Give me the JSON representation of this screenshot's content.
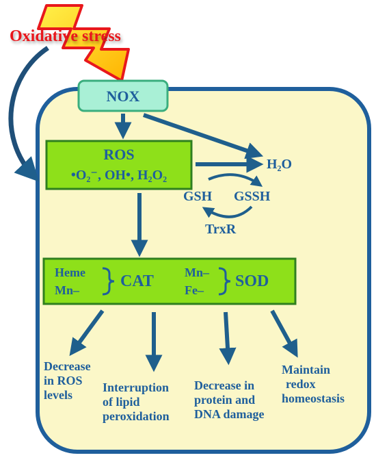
{
  "title": "Oxidative stress",
  "nox": {
    "label": "NOX"
  },
  "ros": {
    "label": "ROS",
    "species": "•O₂⁻, OH•, H₂O₂"
  },
  "water": "H₂O",
  "cycle": {
    "gsh": "GSH",
    "gssh": "GSSH",
    "trxr": "TrxR"
  },
  "enzymes": {
    "cat": {
      "name": "CAT",
      "forms": [
        "Heme",
        "Mn–"
      ]
    },
    "sod": {
      "name": "SOD",
      "forms": [
        "Mn–",
        "Fe–"
      ]
    }
  },
  "outcomes": [
    {
      "lines": [
        "Decrease",
        "in ROS",
        "levels"
      ]
    },
    {
      "lines": [
        "Interruption",
        "of lipid",
        "peroxidation"
      ]
    },
    {
      "lines": [
        "Decrease in",
        "protein and",
        "DNA damage"
      ]
    },
    {
      "lines": [
        "Maintain",
        "redox",
        "homeostasis"
      ]
    }
  ],
  "colors": {
    "cell_fill": "#fbf7c8",
    "cell_stroke": "#1f5f9c",
    "nox_fill": "#a9f0d6",
    "nox_stroke": "#3aae7e",
    "box_fill": "#8ee01a",
    "box_stroke": "#2f7f1f",
    "text": "#1f5f9c",
    "arrow": "#1f5f8c",
    "title": "#e8181c"
  }
}
